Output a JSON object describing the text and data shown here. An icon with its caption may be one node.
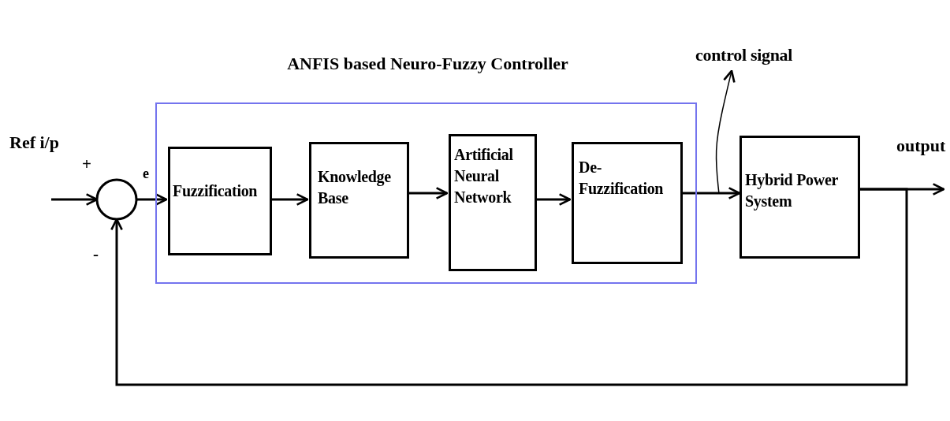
{
  "diagram": {
    "nodes": [
      {
        "text": [],
        "shape": "circle"
      },
      {
        "text": [
          "ANFIS based Neuro-Fuzzy Controller"
        ]
      },
      {
        "text": [
          "Fuzzification"
        ],
        "in": 1
      },
      {
        "text": [
          "Knowledge Base"
        ],
        "in": 1
      },
      {
        "text": [
          "Artificial Neural Network"
        ],
        "in": 1
      },
      {
        "text": [
          "De-Fuzzification"
        ],
        "in": 1
      },
      {
        "text": [
          "Hybrid Power System"
        ]
      },
      {
        "text": [
          "control signal"
        ]
      }
    ],
    "edges": [
      {
        "from": null,
        "to": 0,
        "arrow": "to",
        "label": "Ref i/p"
      },
      {
        "from": 0,
        "to": 2,
        "arrow": "to",
        "label": "e"
      },
      {
        "from": 2,
        "to": 3,
        "arrow": "to"
      },
      {
        "from": 3,
        "to": 4,
        "arrow": "to"
      },
      {
        "from": 4,
        "to": 5,
        "arrow": "to"
      },
      {
        "from": 5,
        "to": 6,
        "arrow": "to"
      },
      {
        "from": 6,
        "to": null,
        "arrow": "to",
        "label": "output"
      },
      {
        "from": 6,
        "to": 0,
        "arrow": "to"
      },
      {
        "from": null,
        "to": 7,
        "arrow": "to"
      }
    ],
    "labels": [
      "+",
      "-"
    ]
  }
}
